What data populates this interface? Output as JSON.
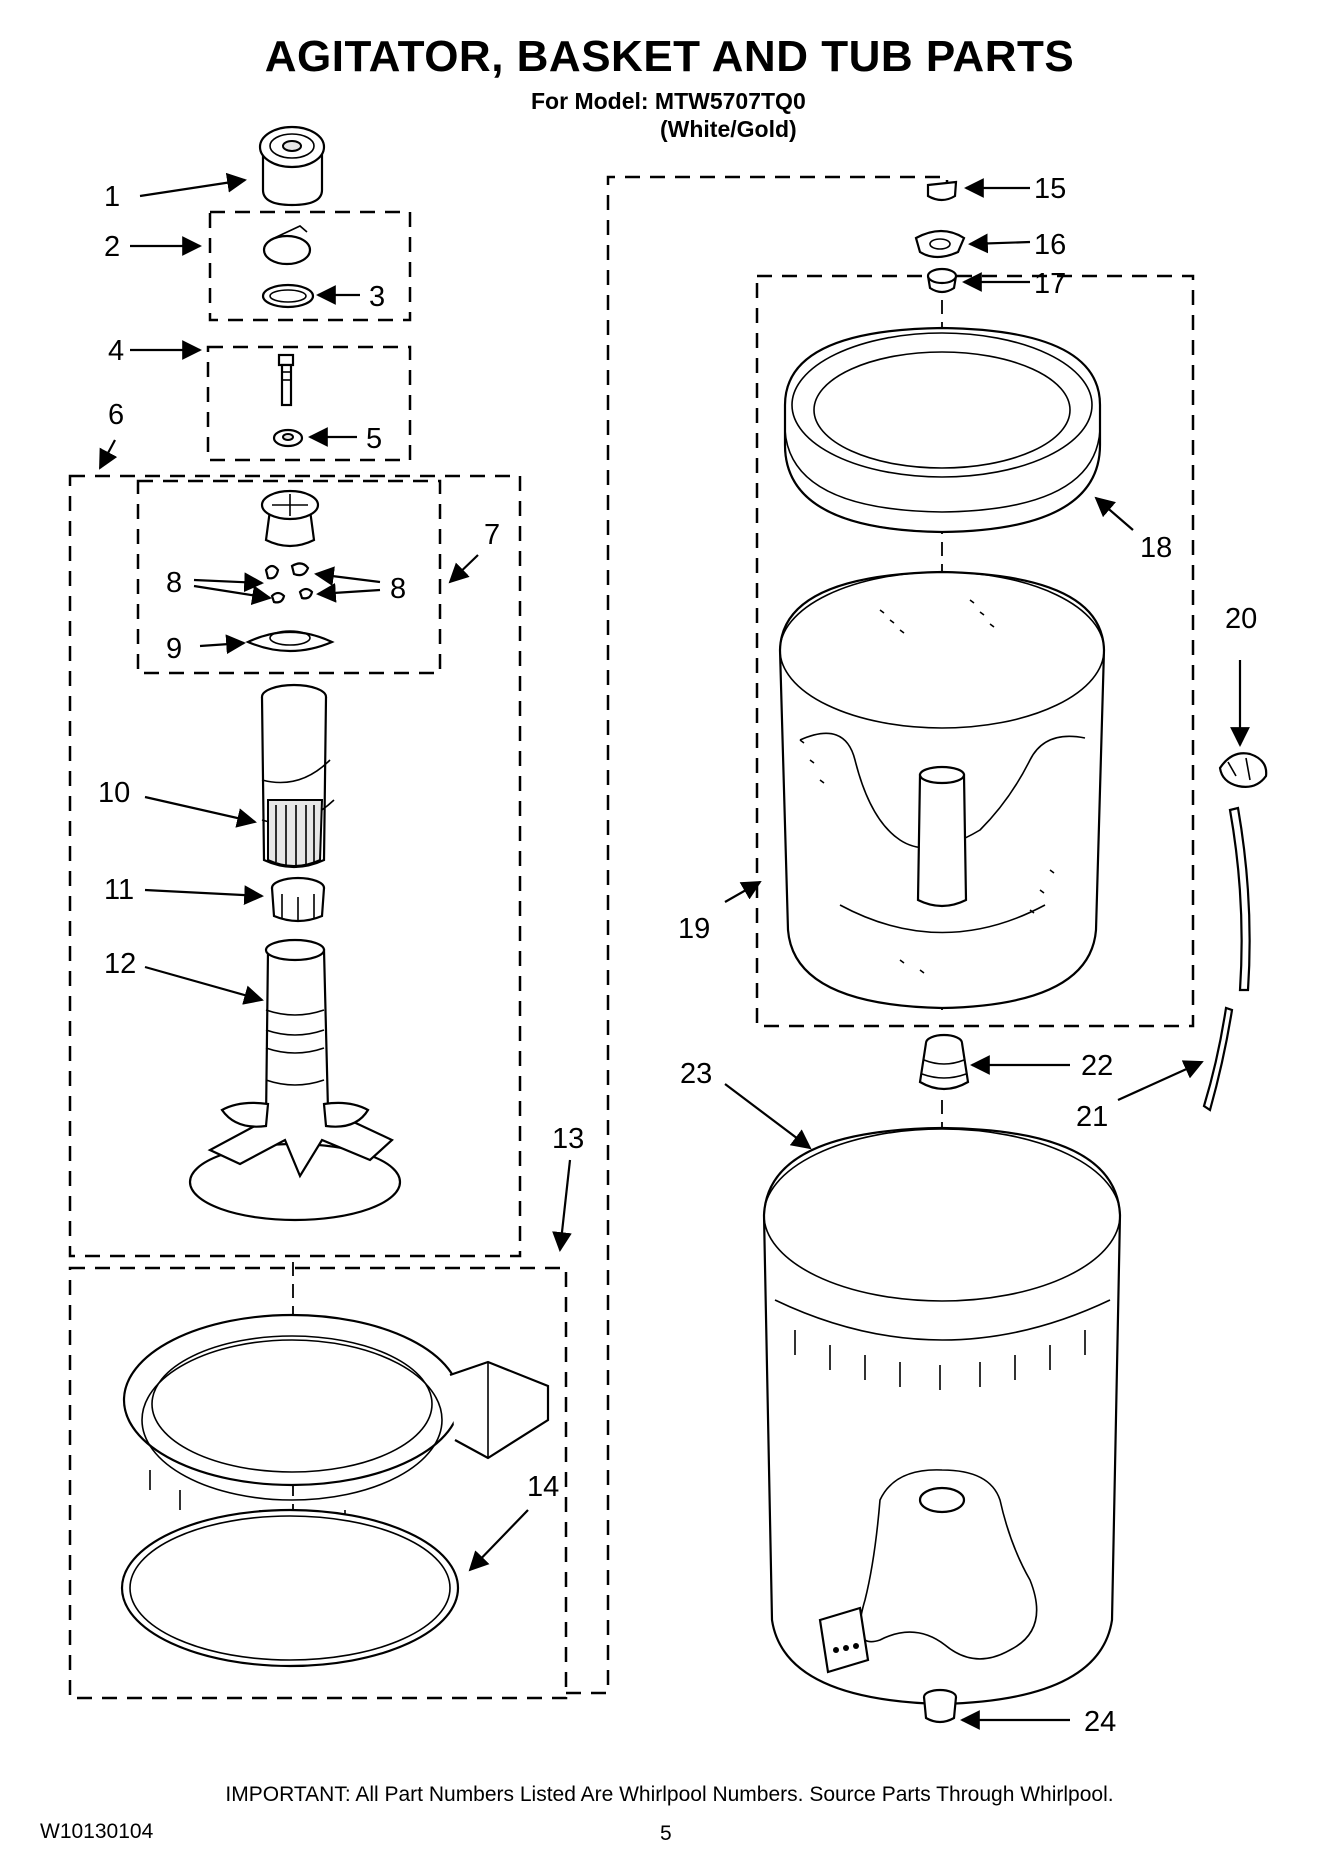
{
  "header": {
    "title": "AGITATOR, BASKET AND TUB PARTS",
    "model_line": "For Model: MTW5707TQ0",
    "variant": "(White/Gold)"
  },
  "callouts": {
    "c1": "1",
    "c2": "2",
    "c3": "3",
    "c4": "4",
    "c5": "5",
    "c6": "6",
    "c7": "7",
    "c8a": "8",
    "c8b": "8",
    "c9": "9",
    "c10": "10",
    "c11": "11",
    "c12": "12",
    "c13": "13",
    "c14": "14",
    "c15": "15",
    "c16": "16",
    "c17": "17",
    "c18": "18",
    "c19": "19",
    "c20": "20",
    "c21": "21",
    "c22": "22",
    "c23": "23",
    "c24": "24"
  },
  "footer": {
    "note": "IMPORTANT: All Part Numbers Listed Are Whirlpool Numbers. Source Parts Through Whirlpool.",
    "doc_number": "W10130104",
    "page_number": "5"
  }
}
